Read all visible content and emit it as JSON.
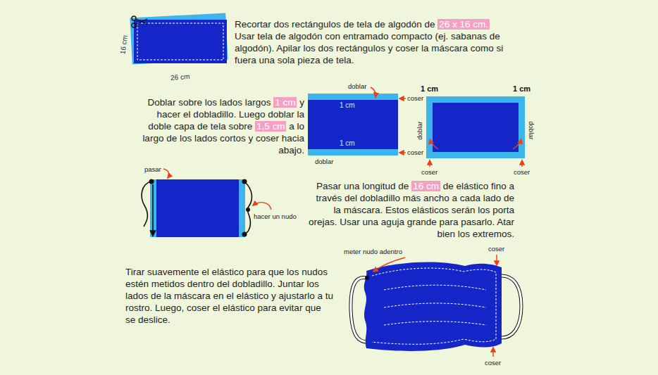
{
  "diagram": {
    "labels": [
      "Recortar dos rectángulos de tela de algodón de",
      "26 x 16 cm.",
      "Usar tela de algodón con entramado compacto (ej. sabanas de algodón). Apilar los dos rectángulos y coser la máscara como si fuera una sola pieza de tela.",
      "16 cm",
      "26 cm",
      "Doblar sobre los lados largos",
      "1 cm",
      "y hacer el dobladillo. Luego doblar la doble capa de tela sobre",
      "1,5 cm",
      "a lo largo de los lados cortos y coser hacia abajo.",
      "doblar",
      "1 cm",
      "coser",
      "1 cm",
      "coser",
      "doblar",
      "1 cm",
      "1 cm",
      "doblar",
      "doblar",
      "coser",
      "coser",
      "pasar",
      "hacer un nudo",
      "Pasar una longitud de",
      "16 cm",
      "de elástico fino a través del dobladillo más ancho a cada lado de la máscara. Estos elásticos serán los porta orejas. Usar una aguja grande para pasarlo. Atar bien los extremos.",
      "Tirar suavemente el elástico para que los nudos estén metidos dentro del dobladillo. Juntar los lados de la máscara en el elástico y ajustarlo a tu rostro. Luego, coser el elástico para evitar que se deslice.",
      "meter nudo adentro",
      "coser",
      "coser"
    ]
  }
}
